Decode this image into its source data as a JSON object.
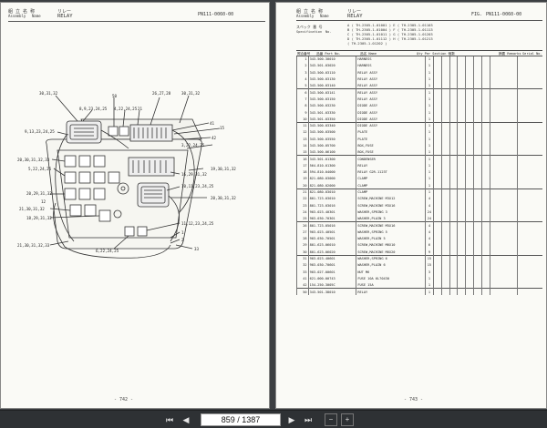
{
  "left_page": {
    "header": {
      "assembly_jp": "組 立 名 称",
      "assembly_label": "Assembly",
      "name_label": "Name",
      "name_jp": "リレー",
      "name_en": "RELAY",
      "fig_no": "PN111-0060-00"
    },
    "callouts": [
      "30,31,32",
      "50",
      "26,27,28",
      "30,31,32",
      "8,9,23,24,25",
      "4,22,24,25",
      "21",
      "9,13,23,24,25",
      "41",
      "15",
      "42",
      "3,22,24,25",
      "20,30,31,32,33",
      "5,22,24,25",
      "16,29,31,32",
      "19,30,31,32",
      "10,11,23,24,25",
      "20,30,31,32",
      "20,29,31,32",
      "12",
      "21,30,31,32",
      "18,29,31,32",
      "11,12,23,24,25",
      "1",
      "2",
      "21,30,31,32,33",
      "6,22,24,25",
      "33"
    ],
    "footer": "- 742 -"
  },
  "right_page": {
    "header": {
      "assembly_jp": "組 立 名 称",
      "assembly_label": "Assembly",
      "name_label": "Name",
      "name_jp": "リレー",
      "name_en": "RELAY",
      "fig_label": "FIG.",
      "fig_no": "PN111-0060-00",
      "spec_jp": "スペック 番 号",
      "spec_label": "Specification",
      "spec_no_label": "No."
    },
    "spec_rows": [
      "A ( TH-2305-1-01001   ) E ( TH-2305-1-01103",
      "B ( TH-2305-1-01004   ) F ( TH-2305-1-01113",
      "C ( TH-2305-1-01011   ) G ( TH-2305-1-01203",
      "D ( TH-2305-1-01112   ) H ( TH-2305-1-01213",
      "  ( TH-2305-1-01202   )"
    ],
    "table_header": {
      "no": "照合番号",
      "part_no": "品番 Part No.",
      "name": "品名 Name",
      "qty": "Qty Per Section 個数",
      "remarks": "摘要 Remarks",
      "serial": "Serial No."
    },
    "rows": [
      {
        "no": "1",
        "pn": "343-500-30010",
        "nm": "HARNESS",
        "q": "1",
        "g": true
      },
      {
        "no": "2",
        "pn": "343-501-03020",
        "nm": "HARNESS",
        "q": "1",
        "g": false
      },
      {
        "no": "3",
        "pn": "343-500-03110",
        "nm": "RELAY ASSY",
        "q": "1",
        "g": false
      },
      {
        "no": "4",
        "pn": "343-500-03130",
        "nm": "RELAY ASSY",
        "q": "1",
        "g": false
      },
      {
        "no": "5",
        "pn": "343-500-03140",
        "nm": "RELAY ASSY",
        "q": "1",
        "g": false
      },
      {
        "no": "6",
        "pn": "343-500-03141",
        "nm": "RELAY ASSY",
        "q": "1",
        "g": true
      },
      {
        "no": "7",
        "pn": "343-500-03150",
        "nm": "RELAY ASSY",
        "q": "1",
        "g": false
      },
      {
        "no": "8",
        "pn": "343-500-03230",
        "nm": "DIODE ASSY",
        "q": "1",
        "g": false
      },
      {
        "no": "9",
        "pn": "343-501-03330",
        "nm": "DIODE ASSY",
        "q": "1",
        "g": false
      },
      {
        "no": "10",
        "pn": "343-501-03350",
        "nm": "DIODE ASSY",
        "q": "1",
        "g": false
      },
      {
        "no": "11",
        "pn": "343-500-03340",
        "nm": "DIODE ASSY",
        "q": "1",
        "g": true
      },
      {
        "no": "12",
        "pn": "343-500-03500",
        "nm": "PLATE",
        "q": "1",
        "g": false
      },
      {
        "no": "13",
        "pn": "343-500-03550",
        "nm": "PLATE",
        "q": "1",
        "g": false
      },
      {
        "no": "14",
        "pn": "343-500-05700",
        "nm": "BOX,FUSE",
        "q": "1",
        "g": false
      },
      {
        "no": "15",
        "pn": "343-500-06100",
        "nm": "BOX,FUSE",
        "q": "1",
        "g": false
      },
      {
        "no": "16",
        "pn": "343-501-01300",
        "nm": "CONDENSER",
        "q": "1",
        "g": true
      },
      {
        "no": "17",
        "pn": "564-810-01300",
        "nm": "RELAY",
        "q": "1",
        "g": false
      },
      {
        "no": "18",
        "pn": "594-810-04000",
        "nm": "RELAY G2R-1123T",
        "q": "1",
        "g": false
      },
      {
        "no": "19",
        "pn": "821-080-03000",
        "nm": "CLAMP",
        "q": "1",
        "g": false
      },
      {
        "no": "20",
        "pn": "821-080-02000",
        "nm": "CLAMP",
        "q": "1",
        "g": false
      },
      {
        "no": "21",
        "pn": "821-080-03010",
        "nm": "CLAMP",
        "q": "1",
        "g": true
      },
      {
        "no": "22",
        "pn": "801-723-03010",
        "nm": "SCREW,MACHINE M3X12",
        "q": "4",
        "g": false
      },
      {
        "no": "23",
        "pn": "801-723-03016",
        "nm": "SCREW,MACHINE M3X16",
        "q": "4",
        "g": false
      },
      {
        "no": "24",
        "pn": "903-023-40301",
        "nm": "WASHER,SPRING 3",
        "q": "24",
        "g": false
      },
      {
        "no": "25",
        "pn": "903-030-70301",
        "nm": "WASHER,PLAIN 3",
        "q": "24",
        "g": false
      },
      {
        "no": "26",
        "pn": "801-723-05016",
        "nm": "SCREW,MACHINE M5X16",
        "q": "4",
        "g": true
      },
      {
        "no": "27",
        "pn": "903-023-40501",
        "nm": "WASHER,SPRING 5",
        "q": "4",
        "g": false
      },
      {
        "no": "28",
        "pn": "903-030-70501",
        "nm": "WASHER,PLAIN 5",
        "q": "4",
        "g": false
      },
      {
        "no": "29",
        "pn": "801-623-06010",
        "nm": "SCREW,MACHINE M6X10",
        "q": "6",
        "g": false
      },
      {
        "no": "30",
        "pn": "801-623-06020",
        "nm": "SCREW,MACHINE M6X20",
        "q": "9",
        "g": false
      },
      {
        "no": "31",
        "pn": "903-023-40601",
        "nm": "WASHER,SPRING 6",
        "q": "15",
        "g": true
      },
      {
        "no": "32",
        "pn": "903-030-70601",
        "nm": "WASHER,PLAIN 6",
        "q": "15",
        "g": false
      },
      {
        "no": "33",
        "pn": "903-027-00601",
        "nm": "NUT M6",
        "q": "3",
        "g": false
      },
      {
        "no": "41",
        "pn": "621-000-00743",
        "nm": "FUSE 10A 6L70430",
        "q": "1",
        "g": false
      },
      {
        "no": "42",
        "pn": "154-250-3005C",
        "nm": "FUSE 15A",
        "q": "1",
        "g": false
      },
      {
        "no": "50",
        "pn": "343-501-38010",
        "nm": "RELAY",
        "q": "1",
        "g": true
      }
    ],
    "footer": "- 743 -"
  },
  "toolbar": {
    "page_display": "859 / 1387",
    "first_icon": "first-page-icon",
    "prev_icon": "prev-page-icon",
    "next_icon": "next-page-icon",
    "last_icon": "last-page-icon",
    "zoom_out_icon": "zoom-out-icon",
    "zoom_in_icon": "zoom-in-icon"
  }
}
